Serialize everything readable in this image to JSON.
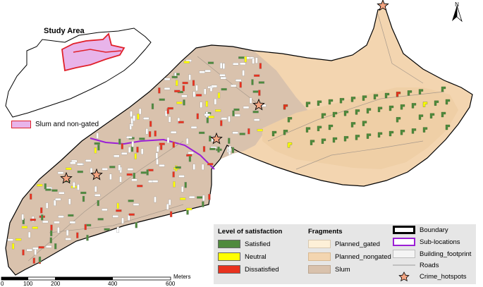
{
  "inset": {
    "title": "Study Area",
    "legend_label": "Slum and non-gated"
  },
  "north_label": "N",
  "legend": {
    "satisfaction": {
      "heading": "Level of satisfaction",
      "items": [
        {
          "label": "Satisfied",
          "color": "#4f8a3c"
        },
        {
          "label": "Neutral",
          "color": "#ffff00"
        },
        {
          "label": "Dissatisfied",
          "color": "#e8321e"
        }
      ]
    },
    "fragments": {
      "heading": "Fragments",
      "items": [
        {
          "label": "Planned_gated",
          "color": "#fdf0d8"
        },
        {
          "label": "Planned_nongated",
          "color": "#f3d5b0"
        },
        {
          "label": "Slum",
          "color": "#d9c2ad"
        }
      ]
    },
    "other": [
      {
        "label": "Boundary",
        "symbol": "thick-black-box"
      },
      {
        "label": "Sub-locations",
        "symbol": "purple-box",
        "color": "#9b1fd6"
      },
      {
        "label": "Building_footprint",
        "symbol": "light-box"
      },
      {
        "label": "Roads",
        "symbol": "line",
        "color": "#9a9a9a"
      },
      {
        "label": "Crime_hotspots",
        "symbol": "star-icon",
        "color": "#f4a582"
      }
    ]
  },
  "scale_bar": {
    "unit": "Meters",
    "ticks": [
      "0",
      "100",
      "200",
      "400",
      "600"
    ]
  }
}
